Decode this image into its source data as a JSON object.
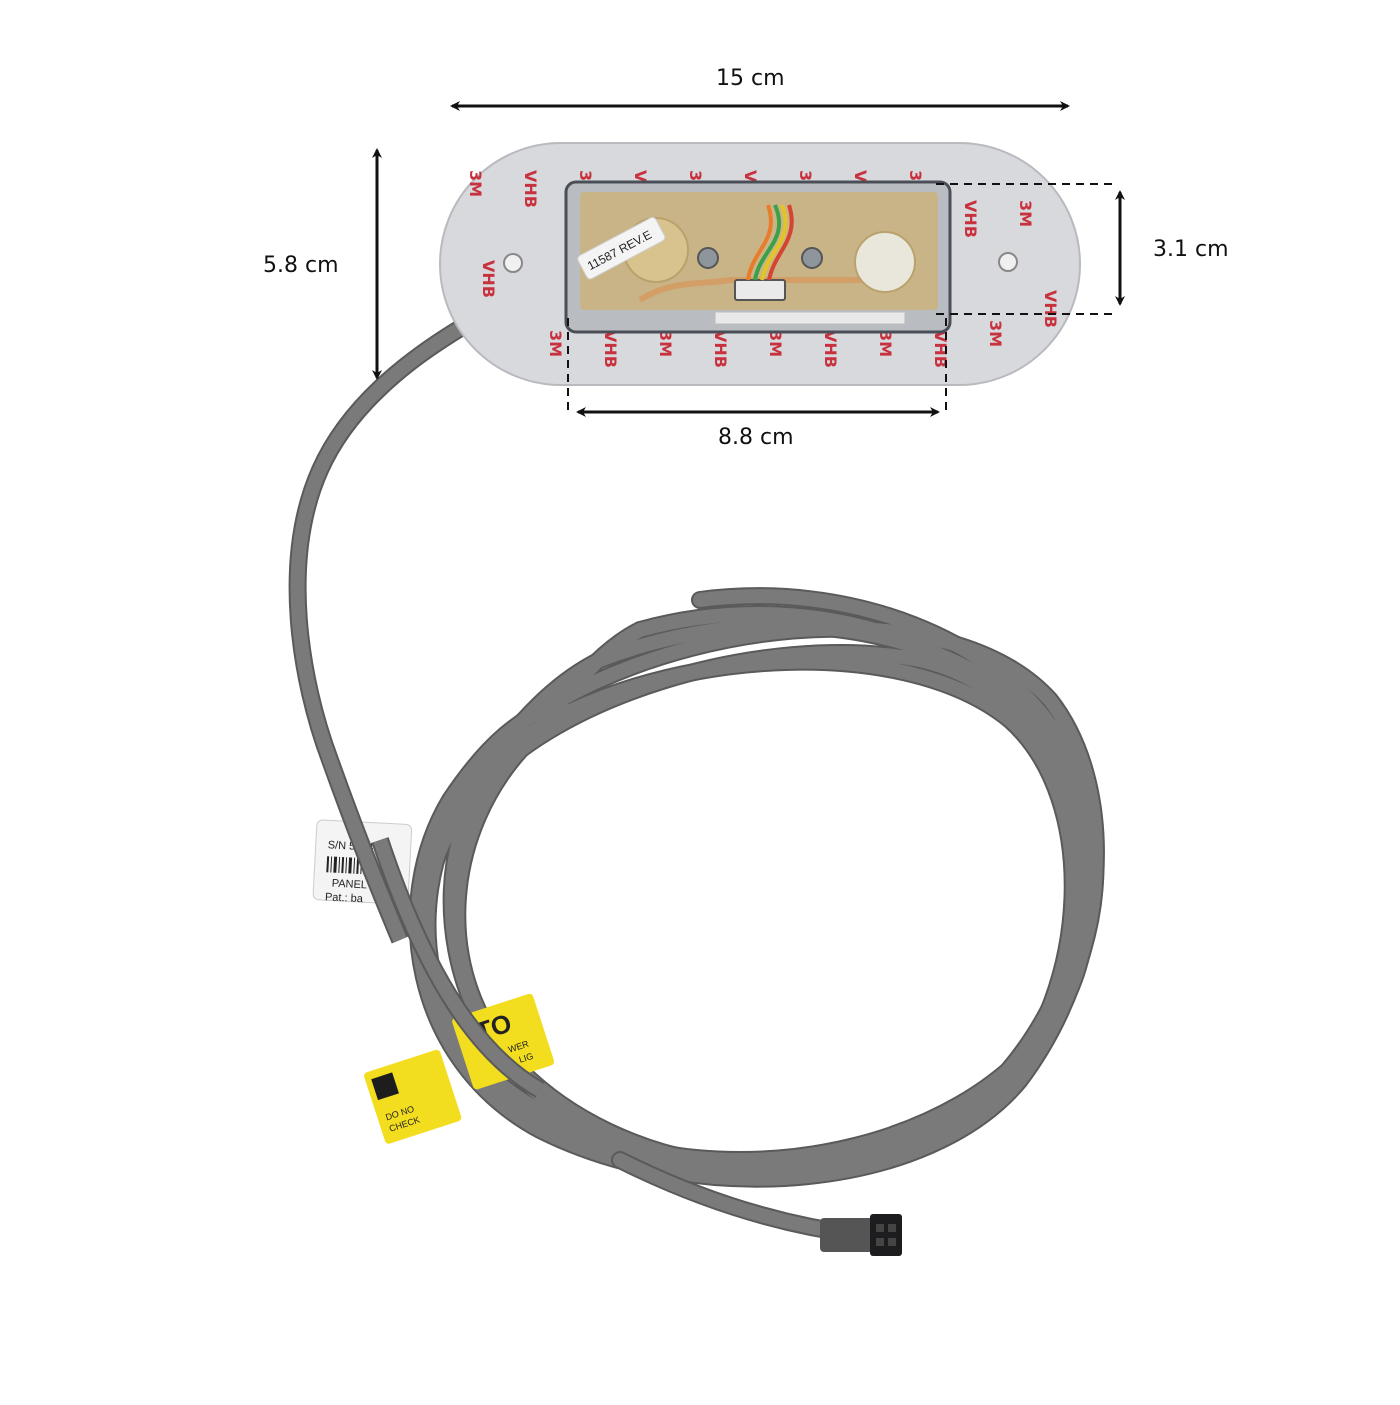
{
  "dimensions": {
    "total_width": "15 cm",
    "total_height": "5.8 cm",
    "panel_height": "3.1 cm",
    "panel_width": "8.8 cm"
  },
  "labels": {
    "pcb_tag": "11587 REV.E",
    "brand_mark": "3M",
    "tape_mark": "VHB",
    "serial_tag_line1": "S/N 5274",
    "serial_tag_line2": "PANEL B",
    "serial_tag_line3": "Pat.: ba",
    "warning_big": "TO",
    "warning_line1": "DO NO",
    "warning_line2": "CHECK",
    "warning_side1": "WER",
    "warning_side2": "LIG"
  },
  "colors": {
    "cable": "#6f6f70",
    "adhesive_backing": "#d8d9dc",
    "brand_print": "#c8323f",
    "pcb": "#c9b487",
    "warning_tag": "#f2dd1f",
    "arrow": "#111111"
  }
}
